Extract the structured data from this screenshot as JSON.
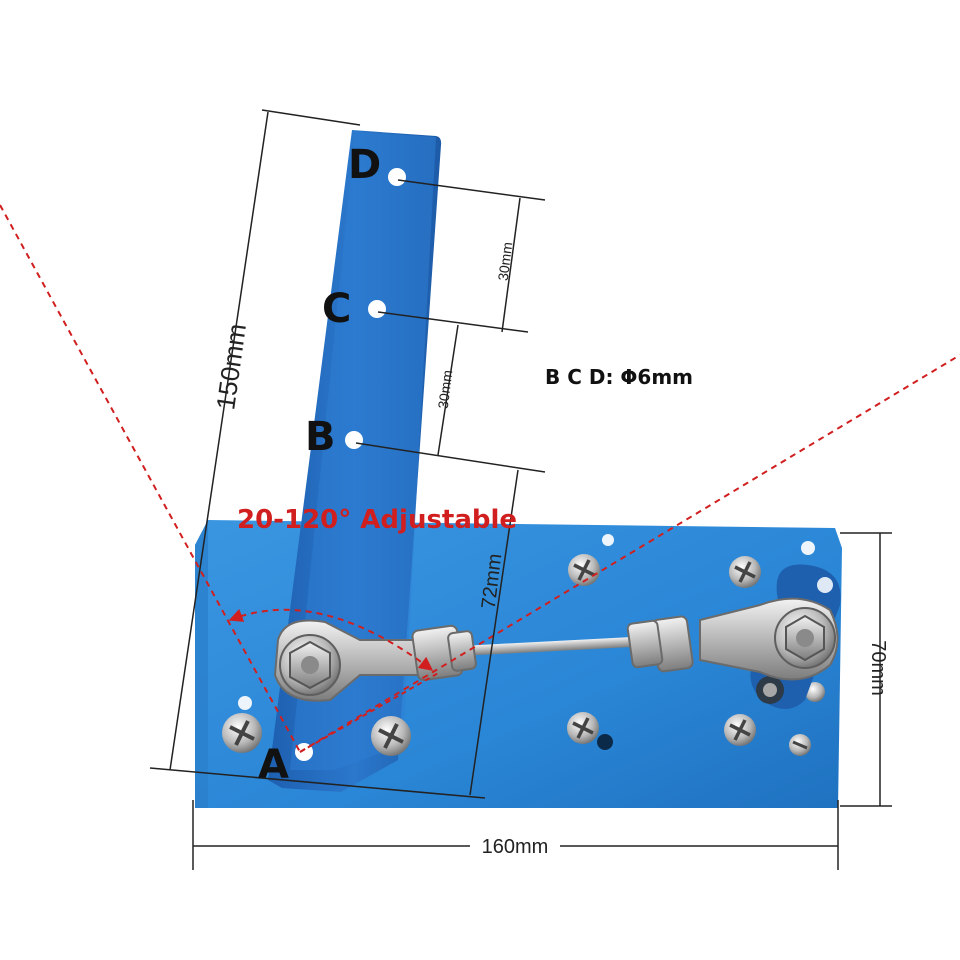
{
  "holes": {
    "a": "A",
    "b": "B",
    "c": "C",
    "d": "D"
  },
  "dimensions": {
    "arm_length": "150mm",
    "spacing_dc": "30mm",
    "spacing_cb": "30mm",
    "pivot_height": "72mm",
    "plate_height": "70mm",
    "plate_width": "160mm"
  },
  "notes": {
    "hole_diameter": "B C D: Φ6mm",
    "angle_range": "20-120° Adjustable"
  },
  "colors": {
    "annotation_red": "#d11f1f",
    "plate_blue": "#2a86d6",
    "arm_blue": "#2b78cc"
  }
}
